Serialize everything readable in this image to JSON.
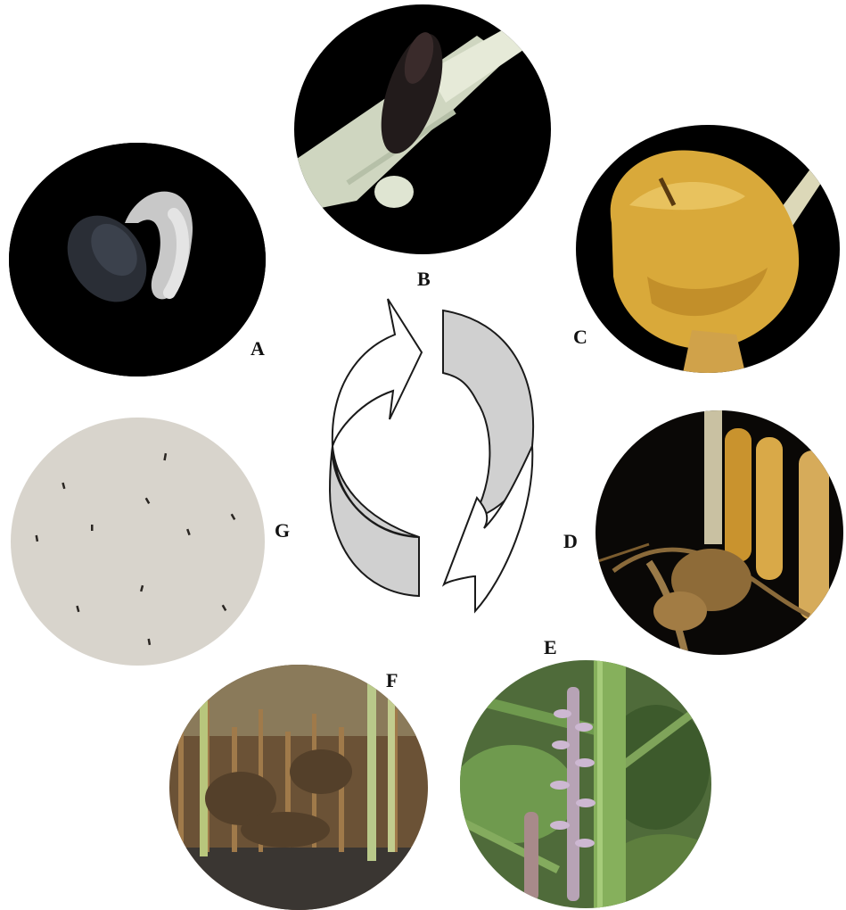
{
  "panels": [
    {
      "id": "A",
      "label": "A"
    },
    {
      "id": "B",
      "label": "B"
    },
    {
      "id": "C",
      "label": "C"
    },
    {
      "id": "D",
      "label": "D"
    },
    {
      "id": "E",
      "label": "E"
    },
    {
      "id": "F",
      "label": "F"
    },
    {
      "id": "G",
      "label": "G"
    }
  ],
  "colors": {
    "arrow_fill_light": "#ffffff",
    "arrow_fill_gray": "#d0d0d0",
    "arrow_stroke": "#1a1a1a",
    "photo_background_dark": "#000000",
    "seed_plate": "#d8d4cc"
  }
}
